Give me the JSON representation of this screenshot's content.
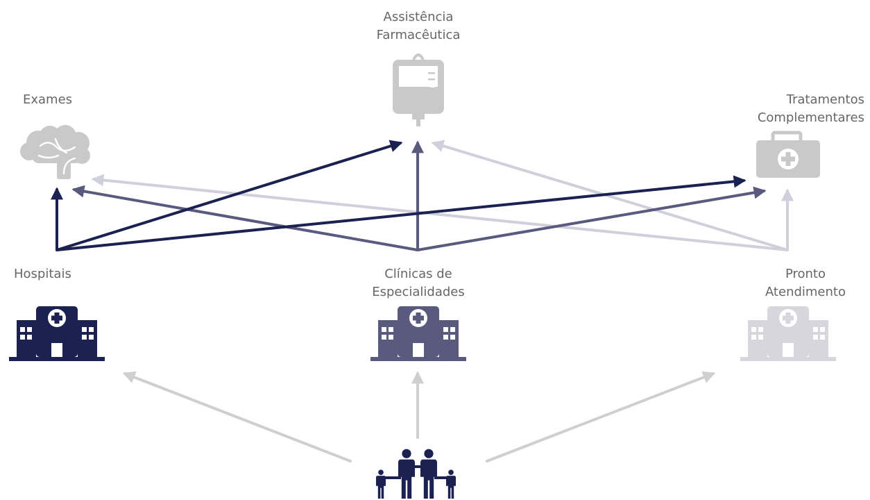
{
  "diagram": {
    "services": {
      "exames": {
        "label": "Exames",
        "icon": "brain-icon",
        "color": "#c9c9c9"
      },
      "assistencia": {
        "label_line1": "Assistência",
        "label_line2": "Farmacêutica",
        "icon": "iv-bag-icon",
        "color": "#c9c9c9"
      },
      "tratamentos": {
        "label_line1": "Tratamentos",
        "label_line2": "Complementares",
        "icon": "first-aid-kit-icon",
        "color": "#c9c9c9"
      }
    },
    "providers": {
      "hospitais": {
        "label": "Hospitais",
        "icon": "hospital-building-icon",
        "color": "#1b2150"
      },
      "clinicas": {
        "label_line1": "Clínicas de",
        "label_line2": "Especialidades",
        "icon": "hospital-building-icon",
        "color": "#5a5a7e"
      },
      "pronto": {
        "label_line1": "Pronto",
        "label_line2": "Atendimento",
        "icon": "hospital-building-icon",
        "color": "#d6d6dc"
      }
    },
    "patients": {
      "icon": "family-icon",
      "color": "#1b2150"
    },
    "arrow_colors": {
      "from_hospitais": "#1b2150",
      "from_clinicas": "#5a5a7e",
      "from_pronto": "#d0d0dc",
      "from_patients": "#cfcfcf"
    }
  }
}
